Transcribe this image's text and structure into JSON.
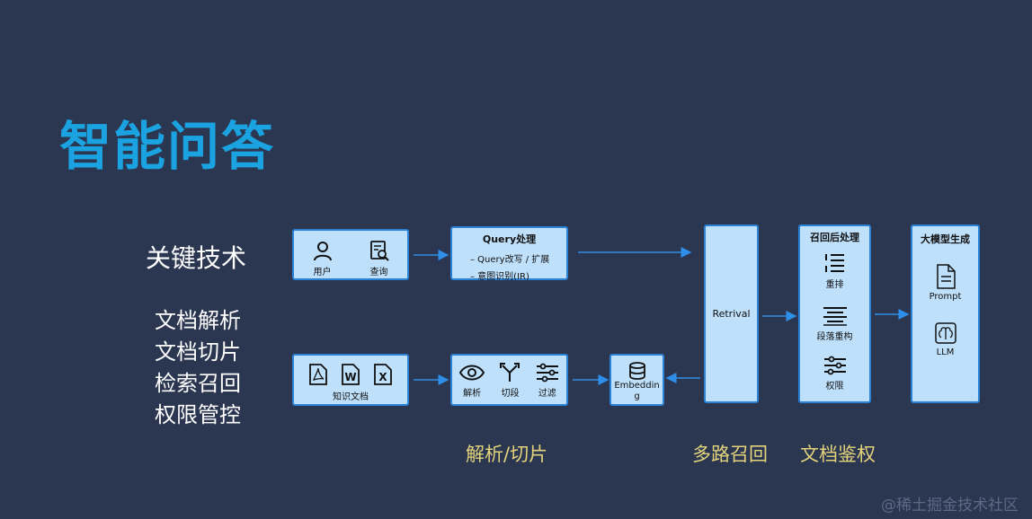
{
  "title": "智能问答",
  "key_tech_label": "关键技术",
  "tech_list": [
    "文档解析",
    "文档切片",
    "检索召回",
    "权限管控"
  ],
  "boxes": {
    "user_query": {
      "items": [
        {
          "label": "用户",
          "icon": "user-icon"
        },
        {
          "label": "查询",
          "icon": "search-doc-icon"
        }
      ]
    },
    "query_proc": {
      "title": "Query处理",
      "lines": [
        "– Query改写 / 扩展",
        "– 意图识别(IR)"
      ]
    },
    "knowledge": {
      "items": [
        {
          "icon": "pdf-icon"
        },
        {
          "icon": "word-icon"
        },
        {
          "icon": "excel-icon"
        }
      ],
      "label": "知识文档"
    },
    "parse_chunk": {
      "items": [
        {
          "label": "解析",
          "icon": "eye-icon"
        },
        {
          "label": "切段",
          "icon": "split-icon"
        },
        {
          "label": "过滤",
          "icon": "filter-icon"
        }
      ]
    },
    "embedding": {
      "label_line1": "Embeddin",
      "label_line2": "g",
      "icon": "database-icon"
    },
    "retrival": {
      "label": "Retrival"
    },
    "post_recall": {
      "title": "召回后处理",
      "items": [
        {
          "label": "重排",
          "icon": "list-icon"
        },
        {
          "label": "段落重构",
          "icon": "align-icon"
        },
        {
          "label": "权限",
          "icon": "sliders-icon"
        }
      ]
    },
    "llm_gen": {
      "title": "大模型生成",
      "items": [
        {
          "label": "Prompt",
          "icon": "document-icon"
        },
        {
          "label": "LLM",
          "icon": "brain-icon"
        }
      ]
    }
  },
  "section_labels": {
    "parse": "解析/切片",
    "recall": "多路召回",
    "auth": "文档鉴权"
  },
  "watermark": "@稀土掘金技术社区",
  "colors": {
    "background": "#2b3651",
    "title": "#1aa3e0",
    "box_fill": "#bfe0fb",
    "box_border": "#2b83d8",
    "arrow": "#2f8ee8",
    "section_label": "#e3d37b"
  }
}
